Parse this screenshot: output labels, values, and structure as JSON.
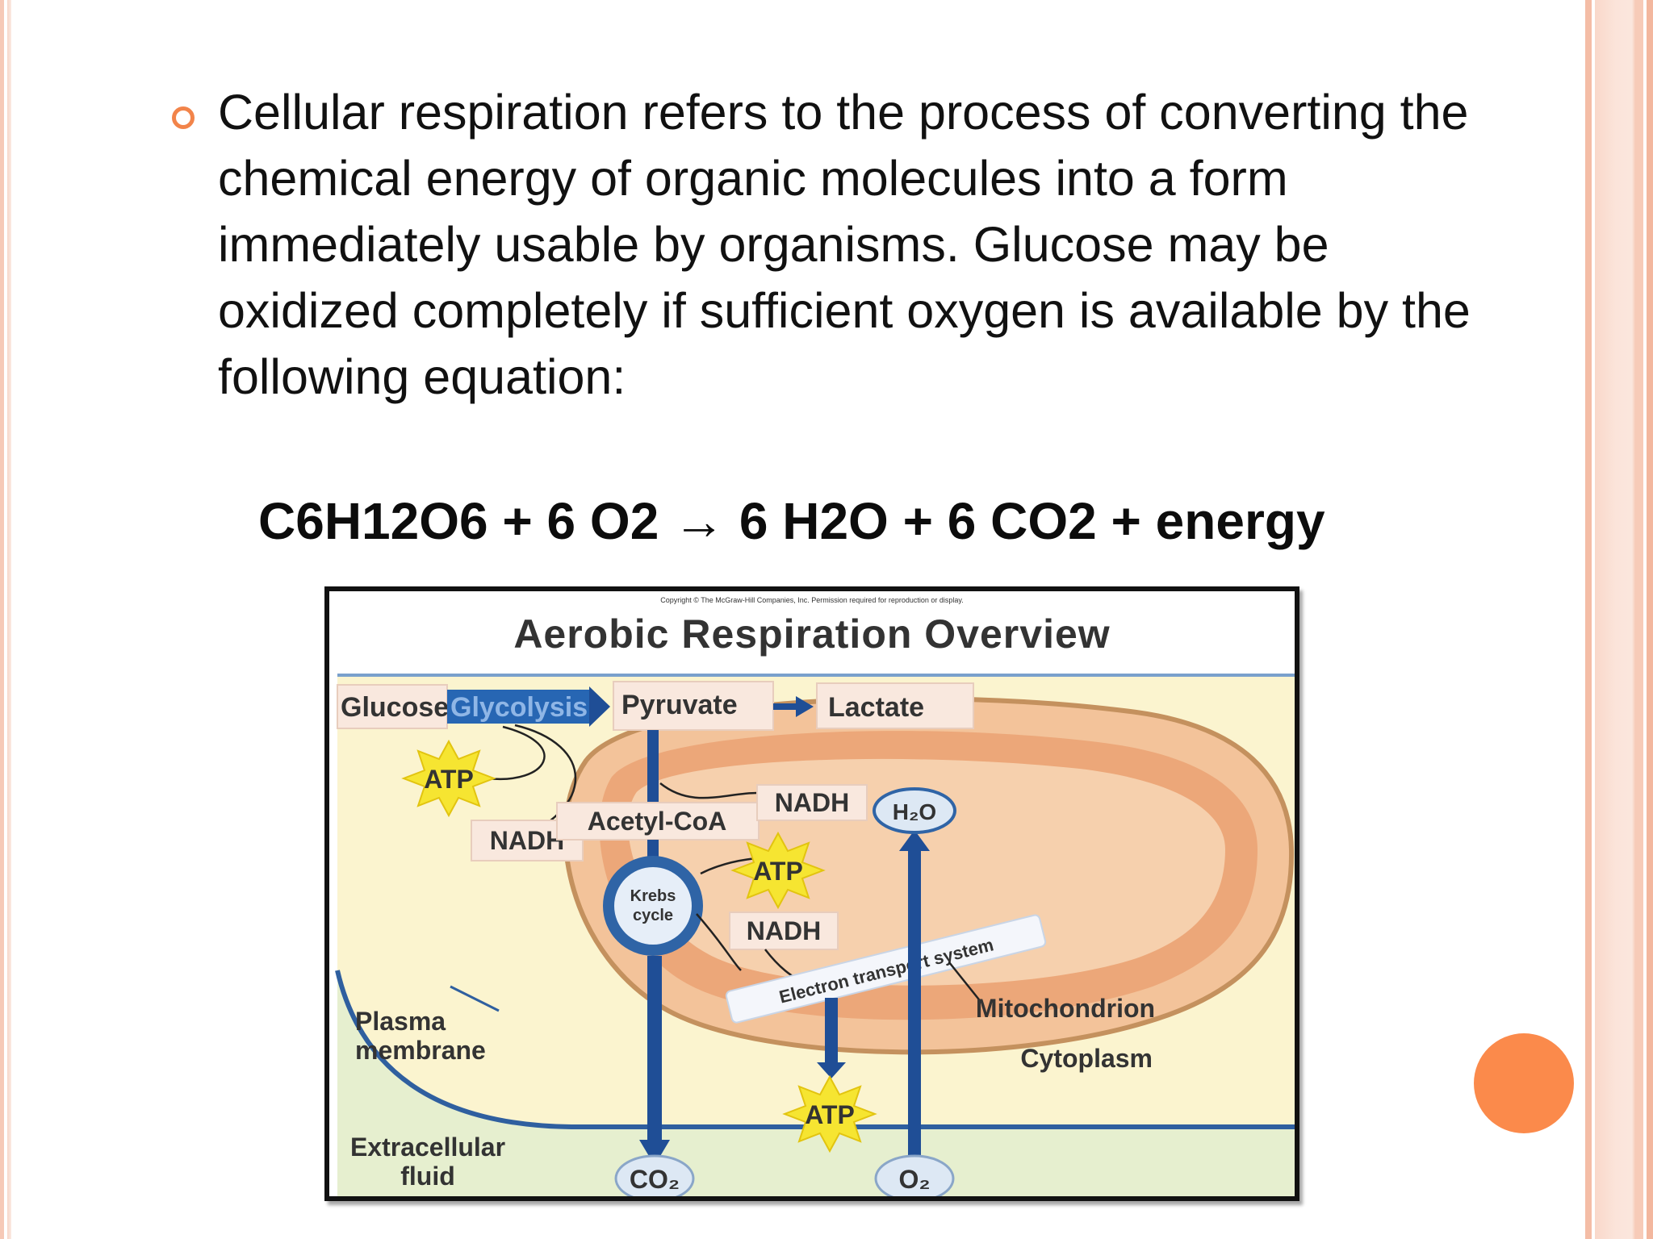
{
  "slide": {
    "bullet_text": "Cellular respiration refers to the process of converting the chemical energy of organic molecules into a form immediately usable by organisms. Glucose may be oxidized completely if sufficient oxygen is available by the following equation:",
    "equation": "C6H12O6 + 6 O2 → 6 H2O + 6 CO2 + energy"
  },
  "figure": {
    "copyright": "Copyright © The McGraw-Hill Companies, Inc. Permission required for reproduction or display.",
    "title": "Aerobic Respiration Overview",
    "labels": {
      "glucose": "Glucose",
      "glycolysis": "Glycolysis",
      "pyruvate": "Pyruvate",
      "lactate": "Lactate",
      "atp_glycolysis": "ATP",
      "nadh_glycolysis": "NADH",
      "acetyl_coa": "Acetyl-CoA",
      "nadh_acetyl": "NADH",
      "krebs_line1": "Krebs",
      "krebs_line2": "cycle",
      "atp_krebs": "ATP",
      "nadh_krebs": "NADH",
      "h2o": "H₂O",
      "etc": "Electron transport system",
      "mitochondrion": "Mitochondrion",
      "cytoplasm": "Cytoplasm",
      "plasma_line1": "Plasma",
      "plasma_line2": "membrane",
      "atp_etc": "ATP",
      "extracellular_line1": "Extracellular",
      "extracellular_line2": "fluid",
      "co2": "CO₂",
      "o2": "O₂"
    },
    "colors": {
      "cytoplasm_fill": "#fbf4cf",
      "mitochondrion_fill": "#f3c39a",
      "cristae_fill": "#eca779",
      "arrow_blue": "#1f4e96",
      "membrane_blue": "#3b6fb5",
      "atp_star": "#f6e531",
      "glycolysis_box": "#2766b3"
    }
  }
}
